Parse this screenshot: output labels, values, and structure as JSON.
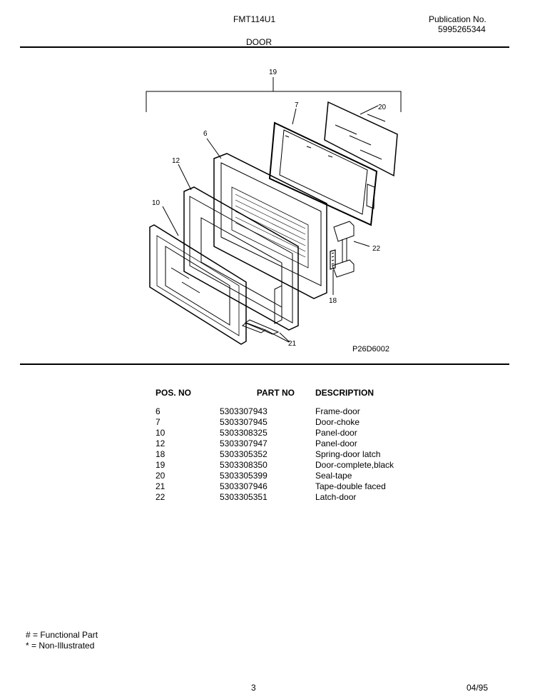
{
  "header": {
    "model": "FMT114U1",
    "publication_label": "Publication No.",
    "publication_number": "5995265344",
    "section_title": "DOOR"
  },
  "diagram": {
    "callouts": {
      "c19": "19",
      "c7": "7",
      "c20": "20",
      "c6": "6",
      "c12": "12",
      "c10": "10",
      "c22": "22",
      "c18": "18",
      "c21": "21"
    },
    "figure_code": "P26D6002"
  },
  "parts_table": {
    "headers": {
      "pos": "POS. NO",
      "part": "PART NO",
      "desc": "DESCRIPTION"
    },
    "rows": [
      {
        "pos": "6",
        "part": "5303307943",
        "desc": "Frame-door"
      },
      {
        "pos": "7",
        "part": "5303307945",
        "desc": "Door-choke"
      },
      {
        "pos": "10",
        "part": "5303308325",
        "desc": "Panel-door"
      },
      {
        "pos": "12",
        "part": "5303307947",
        "desc": "Panel-door"
      },
      {
        "pos": "18",
        "part": "5303305352",
        "desc": "Spring-door latch"
      },
      {
        "pos": "19",
        "part": "5303308350",
        "desc": "Door-complete,black"
      },
      {
        "pos": "20",
        "part": "5303305399",
        "desc": "Seal-tape"
      },
      {
        "pos": "21",
        "part": "5303307946",
        "desc": "Tape-double faced"
      },
      {
        "pos": "22",
        "part": "5303305351",
        "desc": "Latch-door"
      }
    ]
  },
  "legend": {
    "functional": "# = Functional Part",
    "non_illustrated": "* = Non-Illustrated"
  },
  "footer": {
    "page": "3",
    "date": "04/95"
  }
}
